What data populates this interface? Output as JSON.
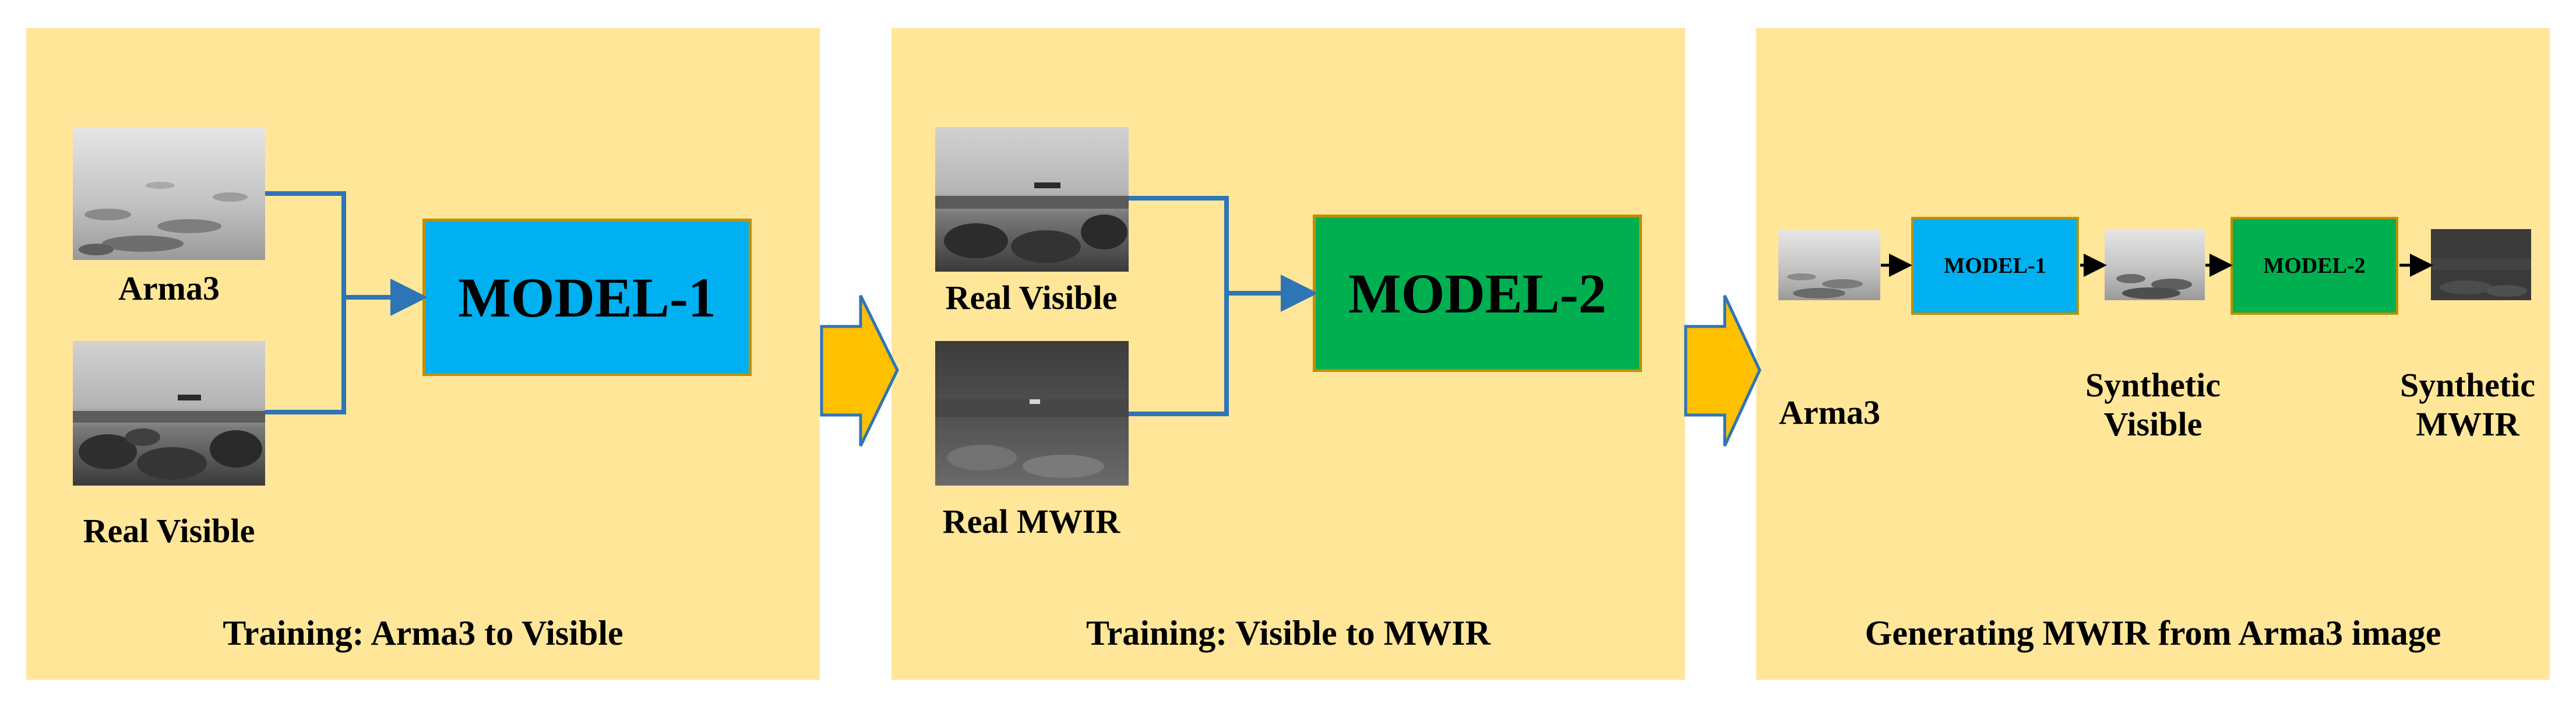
{
  "panels": [
    {
      "caption": "Training: Arma3 to Visible",
      "input_top_label": "Arma3",
      "input_bottom_label": "Real Visible",
      "model_label": "MODEL-1"
    },
    {
      "caption": "Training: Visible to MWIR",
      "input_top_label": "Real Visible",
      "input_bottom_label": "Real MWIR",
      "model_label": "MODEL-2"
    },
    {
      "caption": "Generating MWIR from Arma3 image",
      "input_label": "Arma3",
      "model1_label": "MODEL-1",
      "model2_label": "MODEL-2",
      "mid_label_line1": "Synthetic",
      "mid_label_line2": "Visible",
      "out_label_line1": "Synthetic",
      "out_label_line2": "MWIR"
    }
  ],
  "colors": {
    "panel_fill": "#FFE699",
    "model1_fill": "#00B0F0",
    "model2_fill": "#00B050",
    "model_border": "#BF9000",
    "connector": "#2E75B6",
    "flow_arrow": "#FFC000",
    "flow_arrow_border": "#2E75B6"
  }
}
